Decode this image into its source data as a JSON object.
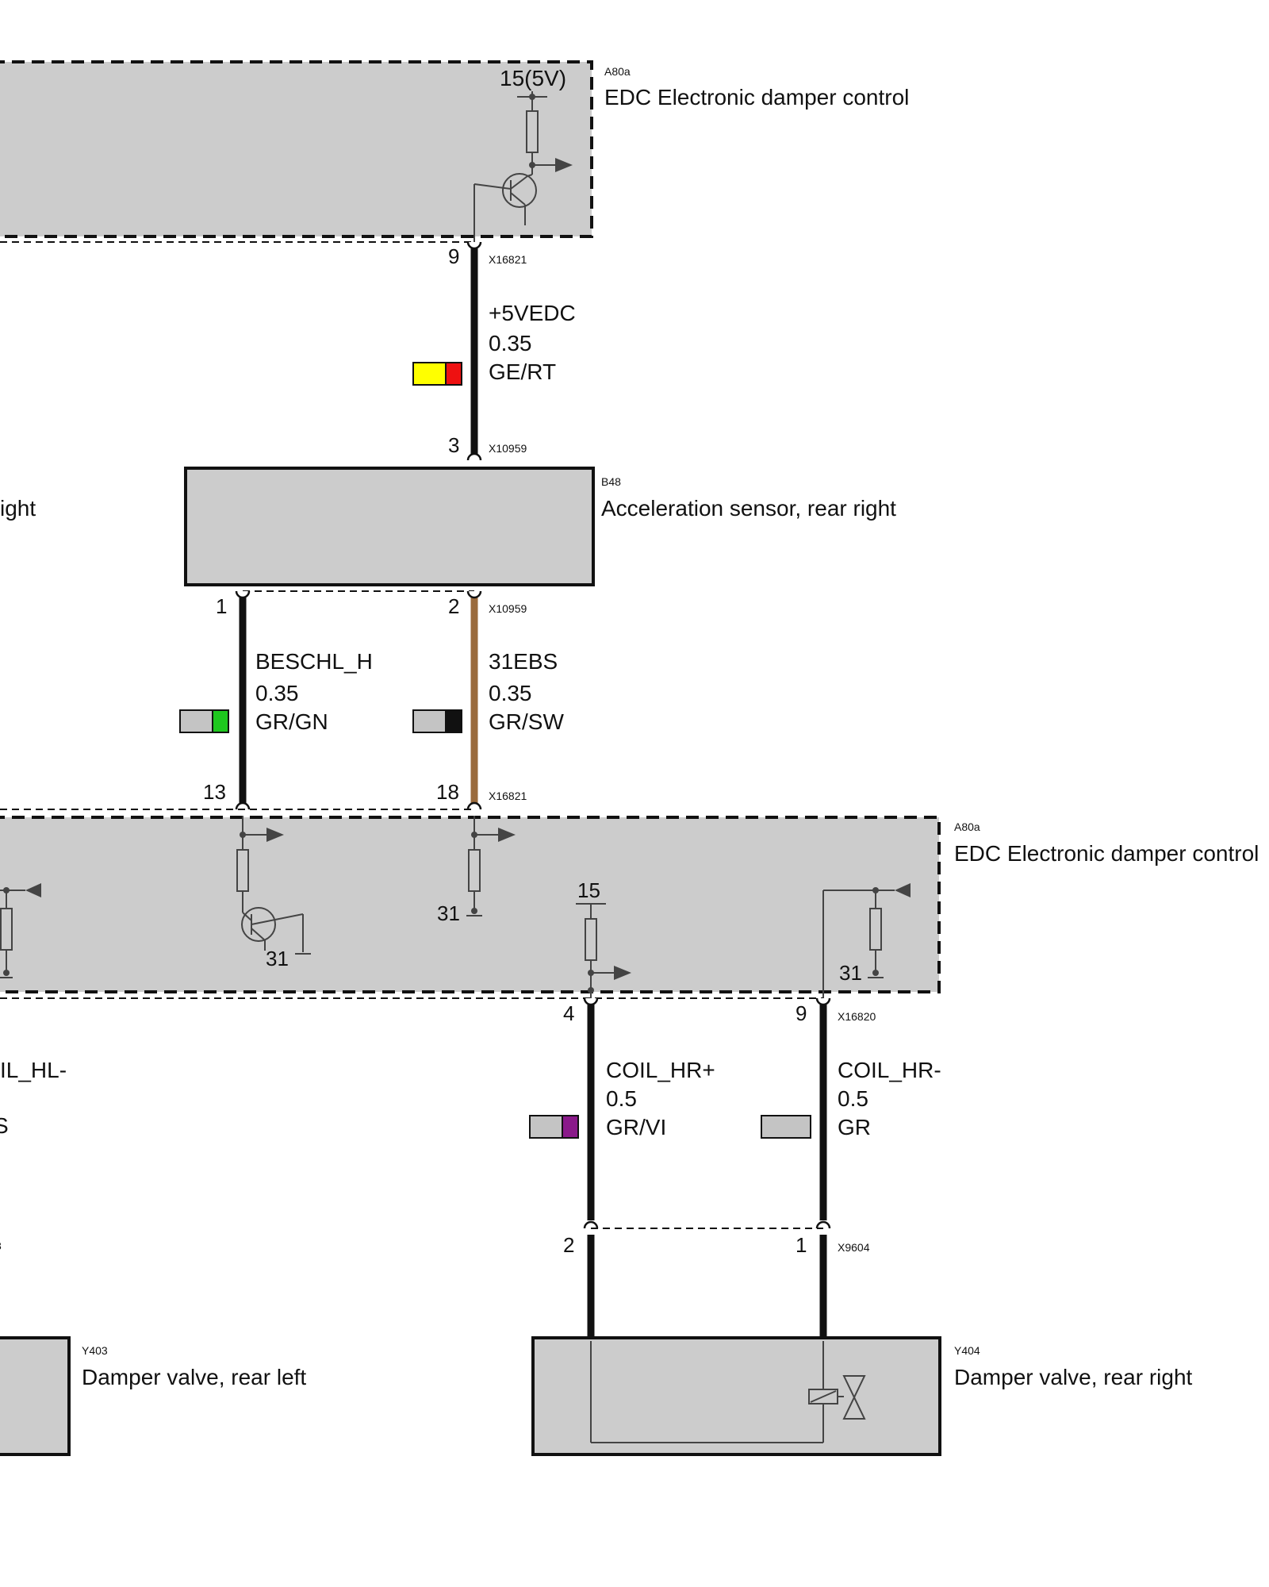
{
  "colors": {
    "module_fill": "#cccccc",
    "black": "#111111",
    "brown": "#9a6a3c",
    "yellow": "#ffff00",
    "red": "#ee1111",
    "green": "#1ec81e",
    "violet": "#8a1a8a",
    "grey_swatch": "#c4c4c4"
  },
  "modules": {
    "a80a_top": {
      "id": "A80a",
      "name": "EDC Electronic damper control",
      "supply": "15(5V)"
    },
    "b48": {
      "id": "B48",
      "name": "Acceleration sensor, rear right",
      "left_fragment": "ight"
    },
    "a80a_bottom": {
      "id": "A80a",
      "name": "EDC Electronic damper control",
      "supply_15": "15",
      "ground_31": "31"
    },
    "y403": {
      "id": "Y403",
      "name": "Damper valve, rear left"
    },
    "y404": {
      "id": "Y404",
      "name": "Damper valve, rear right"
    }
  },
  "connectors": {
    "x16821_top": "X16821",
    "x10959_top": "X10959",
    "x10959_bottom": "X10959",
    "x16821_bottom": "X16821",
    "x16820": "X16820",
    "x9604": "X9604"
  },
  "pins": {
    "p9_top": "9",
    "p3": "3",
    "p1": "1",
    "p2": "2",
    "p13": "13",
    "p18": "18",
    "p4": "4",
    "p9_bottom": "9",
    "p2_valve": "2",
    "p1_valve": "1"
  },
  "wires": {
    "w5vedc": {
      "signal": "+5VEDC",
      "gauge": "0.35",
      "color_code": "GE/RT"
    },
    "wbeschl": {
      "signal": "BESCHL_H",
      "gauge": "0.35",
      "color_code": "GR/GN"
    },
    "w31ebs": {
      "signal": "31EBS",
      "gauge": "0.35",
      "color_code": "GR/SW"
    },
    "wcoil_plus": {
      "signal": "COIL_HR+",
      "gauge": "0.5",
      "color_code": "GR/VI"
    },
    "wcoil_minus": {
      "signal": "COIL_HR-",
      "gauge": "0.5",
      "color_code": "GR"
    }
  },
  "fragments": {
    "coil_hl": "IL_HL-",
    "s_frag": "S",
    "small_frag": "3"
  }
}
